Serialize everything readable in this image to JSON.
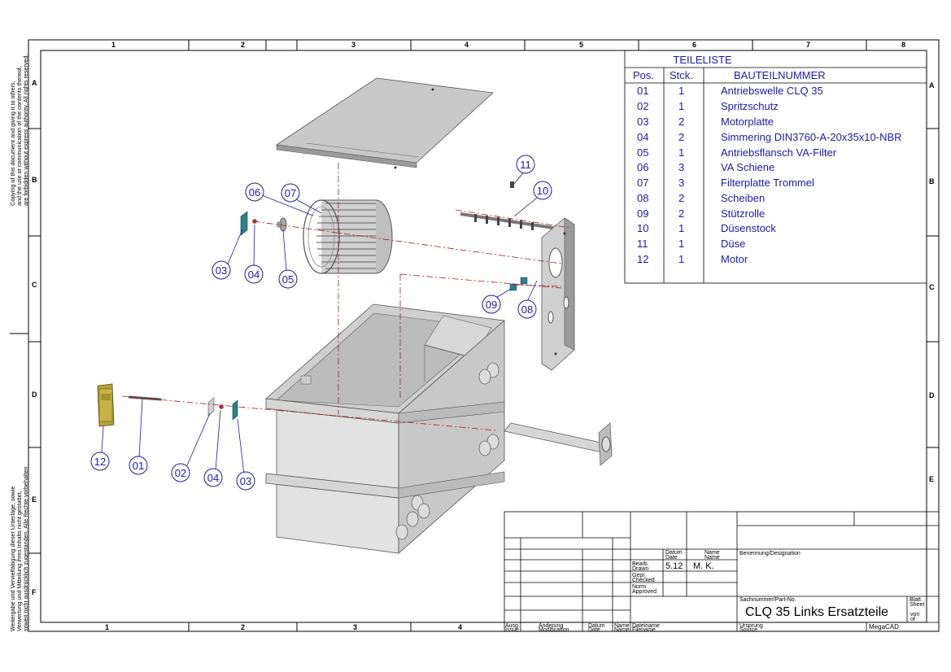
{
  "frame": {
    "col_labels_top": [
      "1",
      "2",
      "3",
      "4",
      "5",
      "6",
      "7",
      "8"
    ],
    "col_labels_bottom": [
      "1",
      "2",
      "3",
      "4"
    ],
    "row_labels_left": [
      "A",
      "B",
      "C",
      "D",
      "E",
      "F"
    ],
    "row_labels_right": [
      "A",
      "B",
      "C",
      "D",
      "E"
    ]
  },
  "side_notes": {
    "top": [
      "Copying of this document and giving it to others,",
      "and the use or communication of the contents thereof,",
      "are forbidden without express authority. All rights reserved."
    ],
    "bottom": [
      "Weitergabe und Vervielfältigung dieser Unterlage, sowie",
      "Verwertung und Mitteilung ihres Inhalts nicht gestattet,",
      "soweit nicht ausdrücklich zugestanden. Alle Rechte vorbehalten"
    ]
  },
  "parts_list": {
    "title": "TEILELISTE",
    "headers": {
      "pos": "Pos.",
      "qty": "Stck.",
      "part": "BAUTEILNUMMER"
    },
    "rows": [
      {
        "pos": "01",
        "qty": "1",
        "name": "Antriebswelle CLQ 35"
      },
      {
        "pos": "02",
        "qty": "1",
        "name": "Spritzschutz"
      },
      {
        "pos": "03",
        "qty": "2",
        "name": "Motorplatte"
      },
      {
        "pos": "04",
        "qty": "2",
        "name": "Simmering DIN3760-A-20x35x10-NBR"
      },
      {
        "pos": "05",
        "qty": "1",
        "name": "Antriebsflansch  VA-Filter"
      },
      {
        "pos": "06",
        "qty": "3",
        "name": "VA Schiene"
      },
      {
        "pos": "07",
        "qty": "3",
        "name": "Filterplatte Trommel"
      },
      {
        "pos": "08",
        "qty": "2",
        "name": "Scheiben"
      },
      {
        "pos": "09",
        "qty": "2",
        "name": "Stützrolle"
      },
      {
        "pos": "10",
        "qty": "1",
        "name": "Düsenstock"
      },
      {
        "pos": "11",
        "qty": "1",
        "name": "Düse"
      },
      {
        "pos": "12",
        "qty": "1",
        "name": "Motor"
      }
    ]
  },
  "balloons": [
    "01",
    "02",
    "03",
    "04",
    "05",
    "06",
    "07",
    "08",
    "09",
    "10",
    "11",
    "12",
    "03",
    "04"
  ],
  "title_block": {
    "datum_de": "Datum",
    "datum_en": "Date",
    "name_de": "Name",
    "name_en": "Name",
    "bearb_de": "Bearb.",
    "bearb_en": "Drawn",
    "gepr_de": "Gepr.",
    "gepr_en": "Checked",
    "norm_de": "Norm",
    "norm_en": "Approved",
    "drawn_date": "5.12",
    "drawn_name": "M. K.",
    "designation_label": "Benennung/Designation",
    "partno_label": "Sachnummer/Part-No.",
    "part_no": "CLQ 35 Links Ersatzteile",
    "blatt_de": "Blatt",
    "blatt_en": "Sheet",
    "von_de": "von",
    "von_en": "of",
    "ausg_de": "Ausg.",
    "ausg_en": "Issue",
    "aend_de": "Änderung",
    "aend_en": "Modification",
    "datum2_de": "Datum",
    "datum2_en": "Date",
    "name2_de": "Name",
    "name2_en": "Name",
    "datei_de": "Dateiname",
    "datei_en": "Filename",
    "ursprung_de": "Ursprung",
    "ursprung_en": "Source",
    "software": "MegaCAD"
  }
}
